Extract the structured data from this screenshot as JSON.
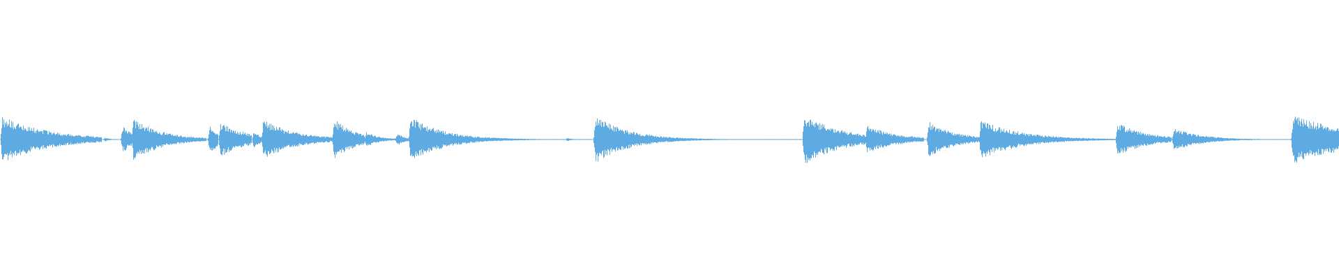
{
  "waveform": {
    "color": "#5eaae3",
    "background": "#ffffff",
    "envelope_max_amplitude": 1.0,
    "events": [
      {
        "start": 0.0,
        "peak": 0.88,
        "decay": 0.035,
        "end": 0.076
      },
      {
        "start": 0.077,
        "peak": 0.1,
        "decay": 0.004,
        "end": 0.09
      },
      {
        "start": 0.09,
        "peak": 0.55,
        "decay": 0.01,
        "end": 0.098
      },
      {
        "start": 0.098,
        "peak": 0.82,
        "decay": 0.022,
        "end": 0.154
      },
      {
        "start": 0.155,
        "peak": 0.55,
        "decay": 0.01,
        "end": 0.163
      },
      {
        "start": 0.163,
        "peak": 0.68,
        "decay": 0.02,
        "end": 0.188
      },
      {
        "start": 0.188,
        "peak": 0.38,
        "decay": 0.006,
        "end": 0.195
      },
      {
        "start": 0.195,
        "peak": 0.76,
        "decay": 0.025,
        "end": 0.248
      },
      {
        "start": 0.248,
        "peak": 0.82,
        "decay": 0.016,
        "end": 0.272
      },
      {
        "start": 0.272,
        "peak": 0.32,
        "decay": 0.01,
        "end": 0.295
      },
      {
        "start": 0.295,
        "peak": 0.3,
        "decay": 0.006,
        "end": 0.305
      },
      {
        "start": 0.305,
        "peak": 0.88,
        "decay": 0.025,
        "end": 0.422
      },
      {
        "start": 0.422,
        "peak": 0.08,
        "decay": 0.004,
        "end": 0.443
      },
      {
        "start": 0.443,
        "peak": 0.92,
        "decay": 0.025,
        "end": 0.598
      },
      {
        "start": 0.599,
        "peak": 0.96,
        "decay": 0.028,
        "end": 0.646
      },
      {
        "start": 0.646,
        "peak": 0.55,
        "decay": 0.022,
        "end": 0.69
      },
      {
        "start": 0.692,
        "peak": 0.7,
        "decay": 0.02,
        "end": 0.731
      },
      {
        "start": 0.731,
        "peak": 0.75,
        "decay": 0.03,
        "end": 0.833
      },
      {
        "start": 0.833,
        "peak": 0.66,
        "decay": 0.022,
        "end": 0.875
      },
      {
        "start": 0.875,
        "peak": 0.46,
        "decay": 0.02,
        "end": 0.964
      },
      {
        "start": 0.964,
        "peak": 0.9,
        "decay": 0.05,
        "end": 1.0
      }
    ]
  }
}
